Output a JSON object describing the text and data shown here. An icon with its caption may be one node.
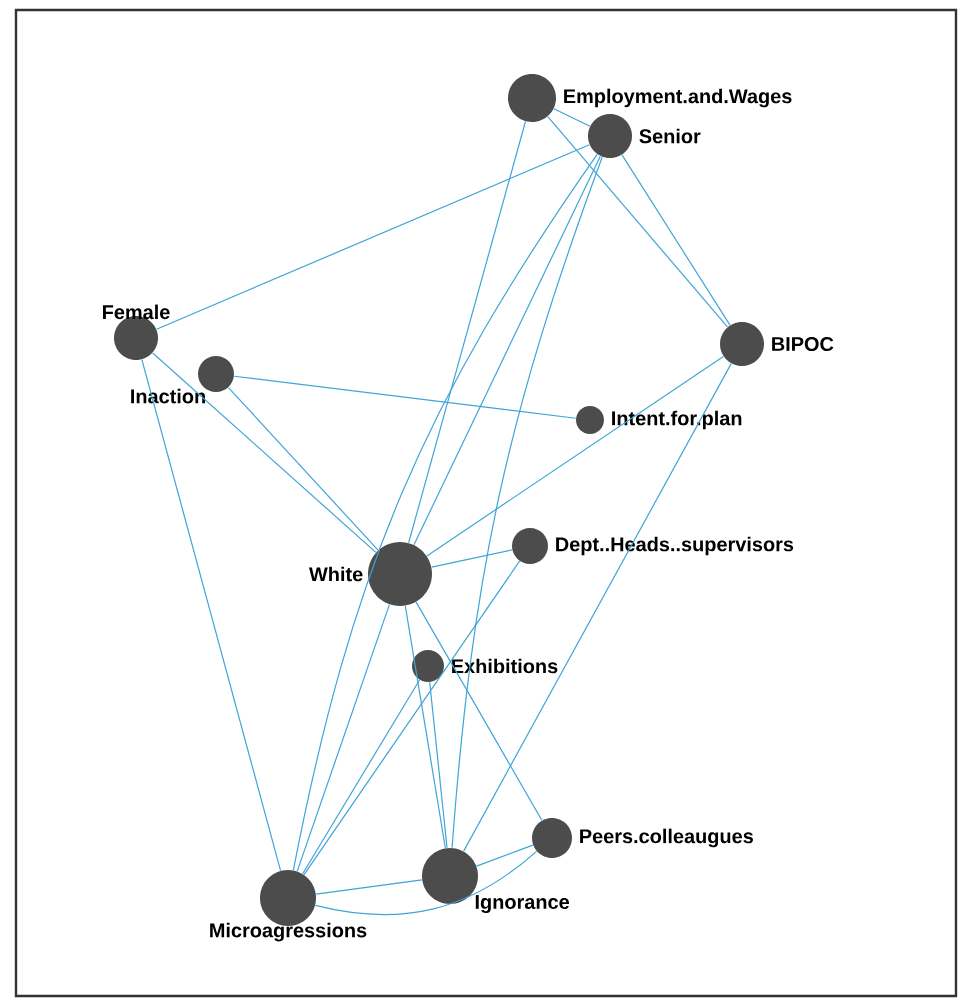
{
  "diagram": {
    "nodes": [
      {
        "text": [
          "Employment.and.Wages"
        ]
      },
      {
        "text": [
          "Senior"
        ]
      },
      {
        "text": [
          "Female"
        ]
      },
      {
        "text": [
          "BIPOC"
        ]
      },
      {
        "text": [
          "Inaction"
        ]
      },
      {
        "text": [
          "Intent.for.plan"
        ]
      },
      {
        "text": [
          "White"
        ]
      },
      {
        "text": [
          "Dept..Heads..supervisors"
        ]
      },
      {
        "text": [
          "Exhibitions"
        ]
      },
      {
        "text": [
          "Peers.colleaugues"
        ]
      },
      {
        "text": [
          "Ignorance"
        ]
      },
      {
        "text": [
          "Microagressions"
        ]
      }
    ],
    "edges": [
      {
        "from": 0,
        "to": 1,
        "arrow": "none"
      },
      {
        "from": 0,
        "to": 3,
        "arrow": "none"
      },
      {
        "from": 0,
        "to": 6,
        "arrow": "none"
      },
      {
        "from": 1,
        "to": 2,
        "arrow": "none"
      },
      {
        "from": 1,
        "to": 3,
        "arrow": "none"
      },
      {
        "from": 1,
        "to": 6,
        "arrow": "none"
      },
      {
        "from": 1,
        "to": 11,
        "arrow": "none"
      },
      {
        "from": 1,
        "to": 10,
        "arrow": "none"
      },
      {
        "from": 2,
        "to": 6,
        "arrow": "none"
      },
      {
        "from": 2,
        "to": 11,
        "arrow": "none"
      },
      {
        "from": 4,
        "to": 5,
        "arrow": "none"
      },
      {
        "from": 4,
        "to": 6,
        "arrow": "none"
      },
      {
        "from": 3,
        "to": 6,
        "arrow": "none"
      },
      {
        "from": 3,
        "to": 10,
        "arrow": "none"
      },
      {
        "from": 6,
        "to": 7,
        "arrow": "none"
      },
      {
        "from": 6,
        "to": 10,
        "arrow": "none"
      },
      {
        "from": 6,
        "to": 9,
        "arrow": "none"
      },
      {
        "from": 6,
        "to": 11,
        "arrow": "none"
      },
      {
        "from": 7,
        "to": 11,
        "arrow": "none"
      },
      {
        "from": 8,
        "to": 10,
        "arrow": "none"
      },
      {
        "from": 8,
        "to": 11,
        "arrow": "none"
      },
      {
        "from": 9,
        "to": 10,
        "arrow": "none"
      },
      {
        "from": 9,
        "to": 11,
        "arrow": "none"
      },
      {
        "from": 10,
        "to": 11,
        "arrow": "none"
      }
    ]
  }
}
